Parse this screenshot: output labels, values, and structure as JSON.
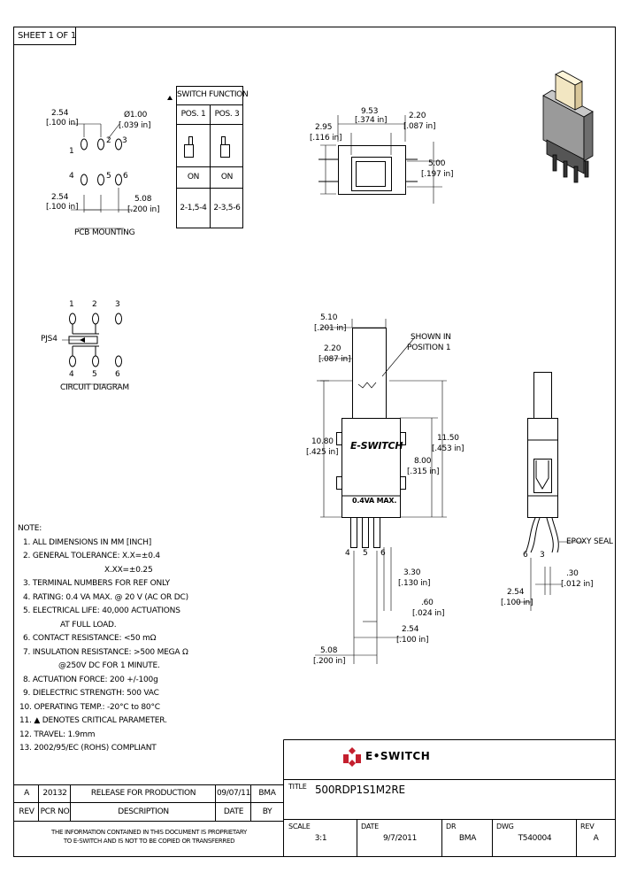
{
  "sheet": "SHEET 1 OF 1",
  "pcb": {
    "dim_hole": "Ø1.00",
    "dim_hole_in": "[.039 in]",
    "pitch_top": "2.54",
    "pitch_top_in": "[.100 in]",
    "pitch_bot": "2.54",
    "pitch_bot_in": "[.100 in]",
    "row_spacing": "5.08",
    "row_spacing_in": "[.200 in]",
    "pins_top": [
      "1",
      "2",
      "3"
    ],
    "pins_bot": [
      "4",
      "5",
      "6"
    ],
    "caption": "PCB MOUNTING"
  },
  "switch_table": {
    "title": "SWITCH FUNCTION",
    "headers": [
      "POS. 1",
      "POS. 3"
    ],
    "state": [
      "ON",
      "ON"
    ],
    "connections": [
      "2-1,5-4",
      "2-3,5-6"
    ]
  },
  "top_view": {
    "width": "9.53",
    "width_in": "[.374 in]",
    "left": "2.95",
    "left_in": "[.116 in]",
    "right": "2.20",
    "right_in": "[.087 in]",
    "height": "5.00",
    "height_in": "[.197 in]"
  },
  "circuit": {
    "pins_top": [
      "1",
      "2",
      "3"
    ],
    "pins_bot": [
      "4",
      "5",
      "6"
    ],
    "label": "PJS4",
    "caption": "CIRCUIT DIAGRAM"
  },
  "front_view": {
    "top_w": "5.10",
    "top_w_in": "[.201 in]",
    "act_w": "2.20",
    "act_w_in": "[.087 in]",
    "shown_in": "SHOWN IN",
    "position": "POSITION 1",
    "brand": "E-SWITCH",
    "rating": "0.4VA MAX.",
    "h_left": "10.80",
    "h_left_in": "[.425 in]",
    "h_right": "11.50",
    "h_right_in": "[.453 in]",
    "h_body": "8.00",
    "h_body_in": "[.315 in]",
    "pins": [
      "4",
      "5",
      "6"
    ],
    "lead": "3.30",
    "lead_in": "[.130 in]",
    "pin_w": ".60",
    "pin_w_in": "[.024 in]",
    "pitch": "2.54",
    "pitch_in": "[.100 in]",
    "span": "5.08",
    "span_in": "[.200 in]"
  },
  "side_view": {
    "pins": [
      "6",
      "3"
    ],
    "epoxy": "EPOXY SEAL",
    "thk": ".30",
    "thk_in": "[.012 in]",
    "pitch": "2.54",
    "pitch_in": "[.100 in]"
  },
  "notes": [
    "NOTE:",
    "1. ALL DIMENSIONS IN MM [INCH]",
    "2. GENERAL TOLERANCE: X.X=±0.4",
    "                      X.XX=±0.25",
    "3. TERMINAL NUMBERS FOR REF ONLY",
    "4. RATING: 0.4 VA MAX. @ 20 V (AC OR DC)",
    "5. ELECTRICAL LIFE: 40,000 ACTUATIONS",
    "          AT FULL LOAD.",
    "6. CONTACT RESISTANCE: <50 mΩ",
    "7. INSULATION RESISTANCE: >500 MEGA Ω",
    "      @250V DC FOR 1 MINUTE.",
    "8. ACTUATION FORCE: 200 +/-100g",
    "9. DIELECTRIC STRENGTH: 500 VAC",
    "10. OPERATING TEMP.: -20°C to 80°C",
    "11. ▲ DENOTES CRITICAL PARAMETER.",
    "12. TRAVEL: 1.9mm",
    "13. 2002/95/EC (ROHS) COMPLIANT"
  ],
  "revision": {
    "rev": "A",
    "pcr": "20132",
    "description": "RELEASE FOR PRODUCTION",
    "date": "09/07/11",
    "by": "BMA",
    "headers": [
      "REV",
      "PCR NO",
      "DESCRIPTION",
      "DATE",
      "BY"
    ]
  },
  "disclaimer": [
    "THE INFORMATION CONTAINED IN THIS DOCUMENT IS PROPRIETARY",
    "TO E-SWITCH AND IS NOT TO BE COPIED OR TRANSFERRED"
  ],
  "title_block": {
    "logo": "E•SWITCH",
    "title_label": "TITLE",
    "title": "500RDP1S1M2RE",
    "scale_label": "SCALE",
    "scale": "3:1",
    "date_label": "DATE",
    "date": "9/7/2011",
    "dr_label": "DR",
    "dr": "BMA",
    "dwg_label": "DWG",
    "dwg": "T540004",
    "rev_label": "REV",
    "rev": "A"
  },
  "colors": {
    "logo_red": "#c41f2e",
    "line": "#000000"
  }
}
